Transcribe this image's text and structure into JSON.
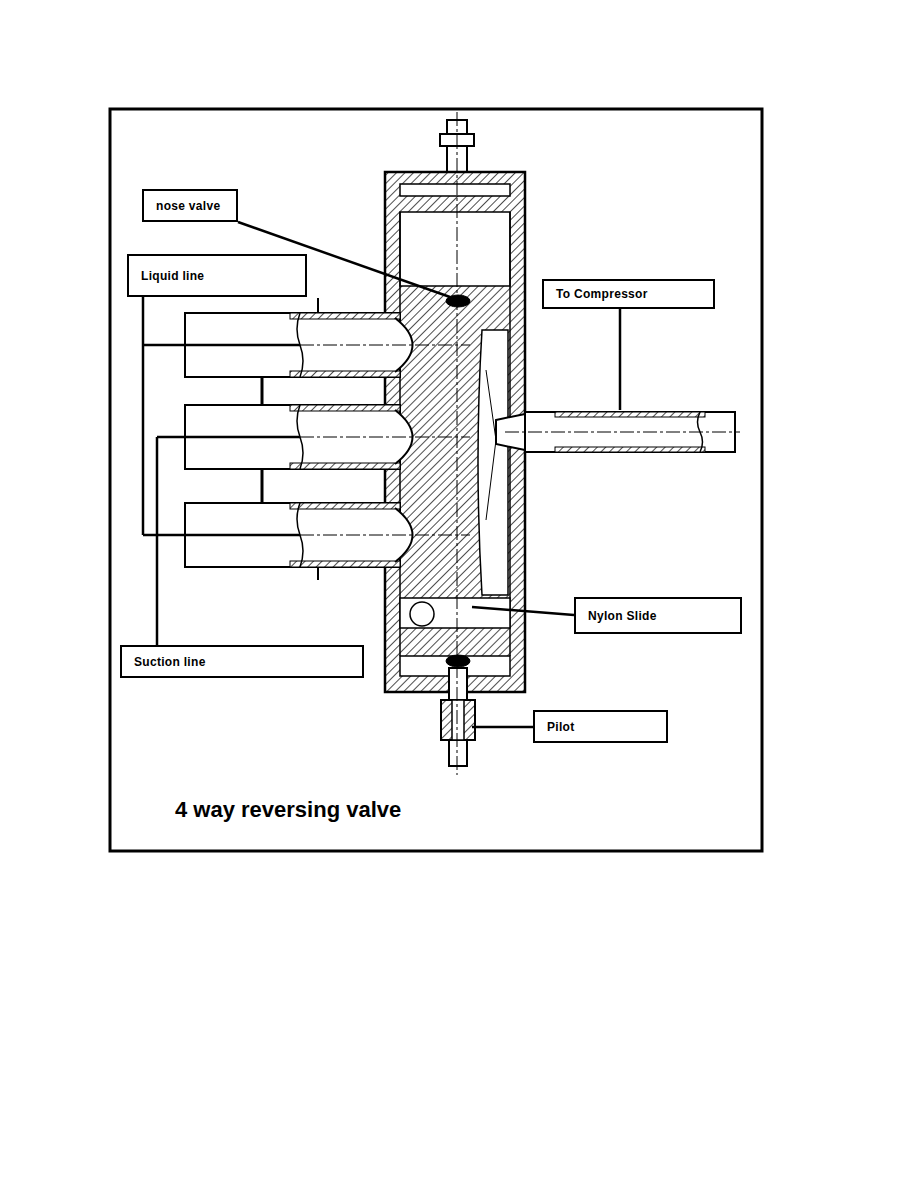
{
  "diagram": {
    "title": "4 way reversing valve",
    "nodes": [
      {
        "text": [
          "nose valve"
        ]
      },
      {
        "text": [
          "Liquid line"
        ]
      },
      {
        "text": [
          "To Compressor"
        ]
      },
      {
        "text": [
          "Nylon Slide"
        ]
      },
      {
        "text": [
          "Suction line"
        ]
      },
      {
        "text": [
          "Pilot"
        ]
      }
    ]
  }
}
